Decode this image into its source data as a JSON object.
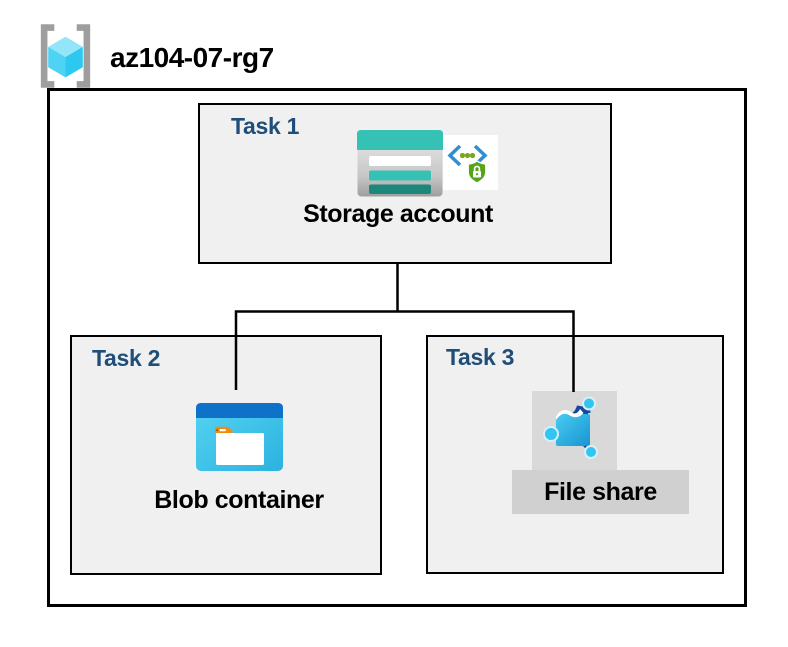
{
  "header": {
    "title": "az104-07-rg7",
    "icon": "resource-group-icon"
  },
  "diagram": {
    "tasks": [
      {
        "label": "Task 1",
        "node": "Storage account",
        "icons": [
          "storage-account-icon",
          "secure-transfer-icon"
        ],
        "selected": false
      },
      {
        "label": "Task 2",
        "node": "Blob container",
        "icons": [
          "blob-container-icon"
        ],
        "selected": false
      },
      {
        "label": "Task 3",
        "node": "File share",
        "icons": [
          "file-share-icon"
        ],
        "selected": true
      }
    ],
    "connections": [
      {
        "from": "Storage account",
        "to": "Blob container"
      },
      {
        "from": "Storage account",
        "to": "File share"
      }
    ]
  },
  "colors": {
    "task_label": "#1f4e79",
    "node_label": "#000000",
    "box_fill": "#f0f0f0",
    "box_border": "#000000",
    "connector": "#000000",
    "rg_bracket": "#9e9e9e",
    "rg_cube_top": "#93e6f9",
    "rg_cube_left": "#4ed3f4",
    "rg_cube_right": "#2cc8f0",
    "storage_teal": "#35c1b3",
    "storage_teal_dark": "#1e877c",
    "secure_bracket_blue": "#2e8fd6",
    "secure_dot_green": "#76a81c",
    "secure_shield_green": "#57a41c",
    "blob_header_blue": "#0f72c8",
    "blob_tab_orange": "#f28a0e",
    "file_flap_navy": "#17479e",
    "file_node_cyan": "#33c5f1",
    "file_icon_bg_gray": "#d9d9d9",
    "file_label_bg_gray": "#d0d0d0"
  }
}
